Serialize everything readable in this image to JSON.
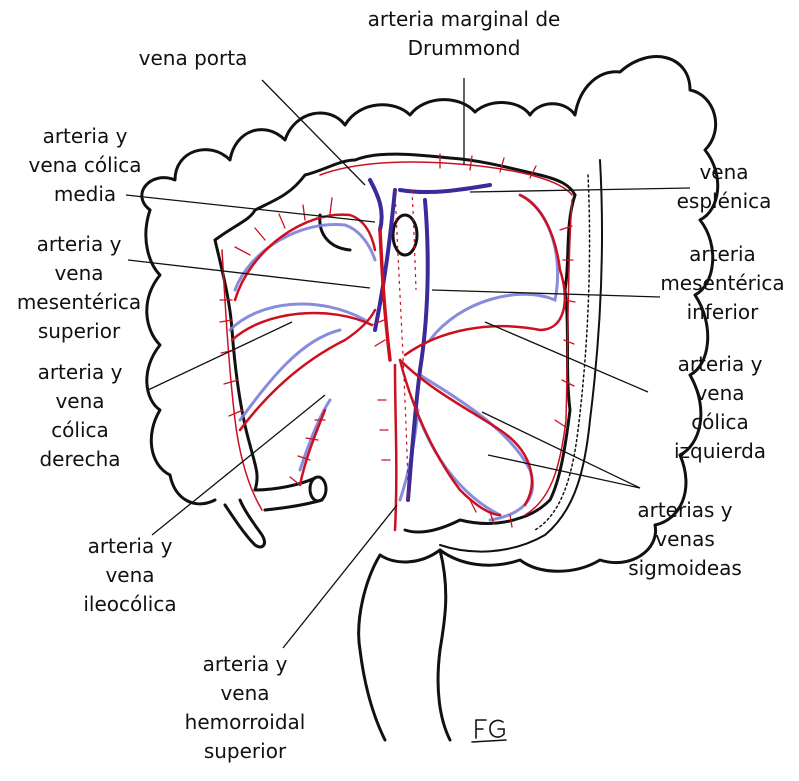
{
  "labels": {
    "drummond": [
      "arteria marginal de",
      "Drummond"
    ],
    "vena_porta": [
      "vena porta"
    ],
    "colica_media": [
      "arteria y",
      "vena cólica",
      "media"
    ],
    "esplenica": [
      "vena",
      "esplénica"
    ],
    "mesenterica_superior": [
      "arteria y",
      "vena",
      "mesentérica",
      "superior"
    ],
    "mesenterica_inferior": [
      "arteria",
      "mesentérica",
      "inferior"
    ],
    "colica_derecha": [
      "arteria y",
      "vena",
      "cólica",
      "derecha"
    ],
    "colica_izquierda": [
      "arteria y",
      "vena",
      "cólica",
      "izquierda"
    ],
    "sigmoideas": [
      "arterias y",
      "venas",
      "sigmoideas"
    ],
    "ileocolica": [
      "arteria y",
      "vena",
      "ileocólica"
    ],
    "hemorroidal_superior": [
      "arteria y",
      "vena",
      "hemorroidal",
      "superior"
    ]
  },
  "signature": "FG",
  "colors": {
    "artery": "#cc1020",
    "vein": "#7c80d8",
    "vein_dark": "#3a2a9a",
    "outline": "#111111",
    "leader": "#111111"
  }
}
